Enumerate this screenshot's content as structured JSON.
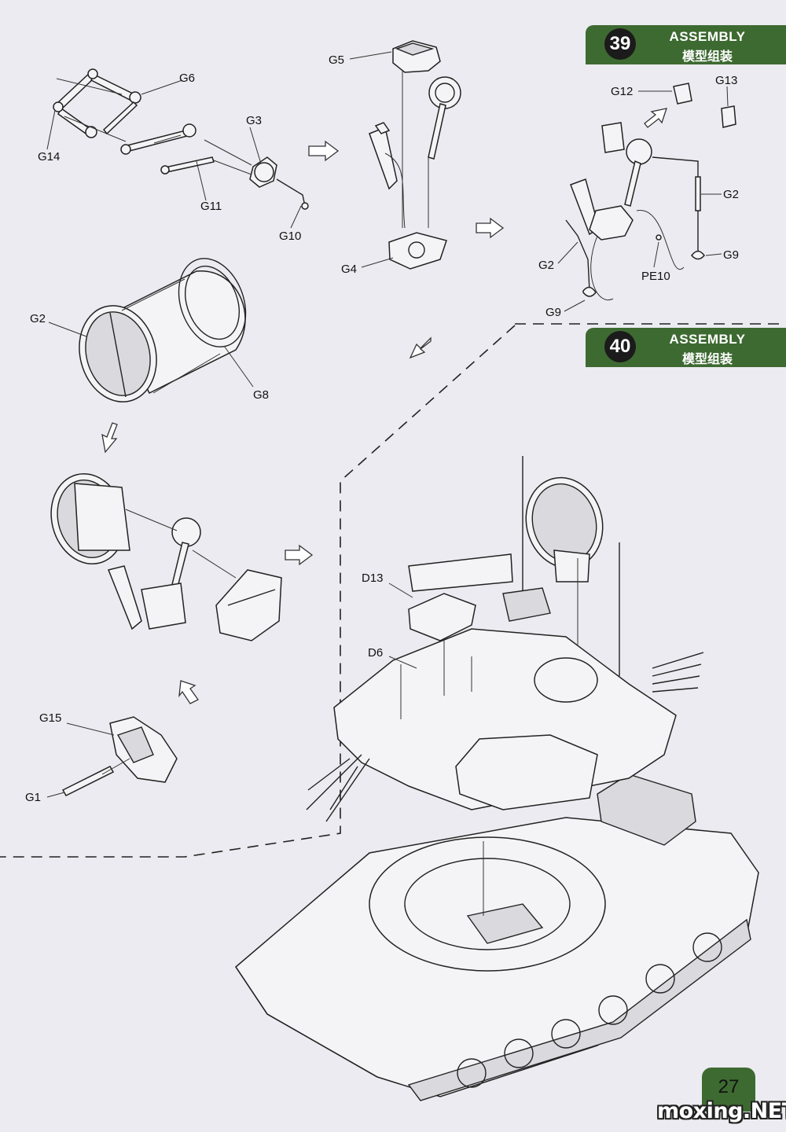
{
  "steps": [
    {
      "number": "39",
      "title": "ASSEMBLY",
      "subtitle": "模型组装"
    },
    {
      "number": "40",
      "title": "ASSEMBLY",
      "subtitle": "模型组装"
    }
  ],
  "labels": {
    "g6": "G6",
    "g14": "G14",
    "g3": "G3",
    "g11": "G11",
    "g10": "G10",
    "g5": "G5",
    "g4": "G4",
    "g12": "G12",
    "g13": "G13",
    "g2_right": "G2",
    "g2_left": "G2",
    "g9_right": "G9",
    "g9_left": "G9",
    "pe10": "PE10",
    "g2_drum": "G2",
    "g8": "G8",
    "g15": "G15",
    "g1": "G1",
    "d13": "D13",
    "d6": "D6"
  },
  "page_number": "27",
  "watermark": "moxing.NET"
}
